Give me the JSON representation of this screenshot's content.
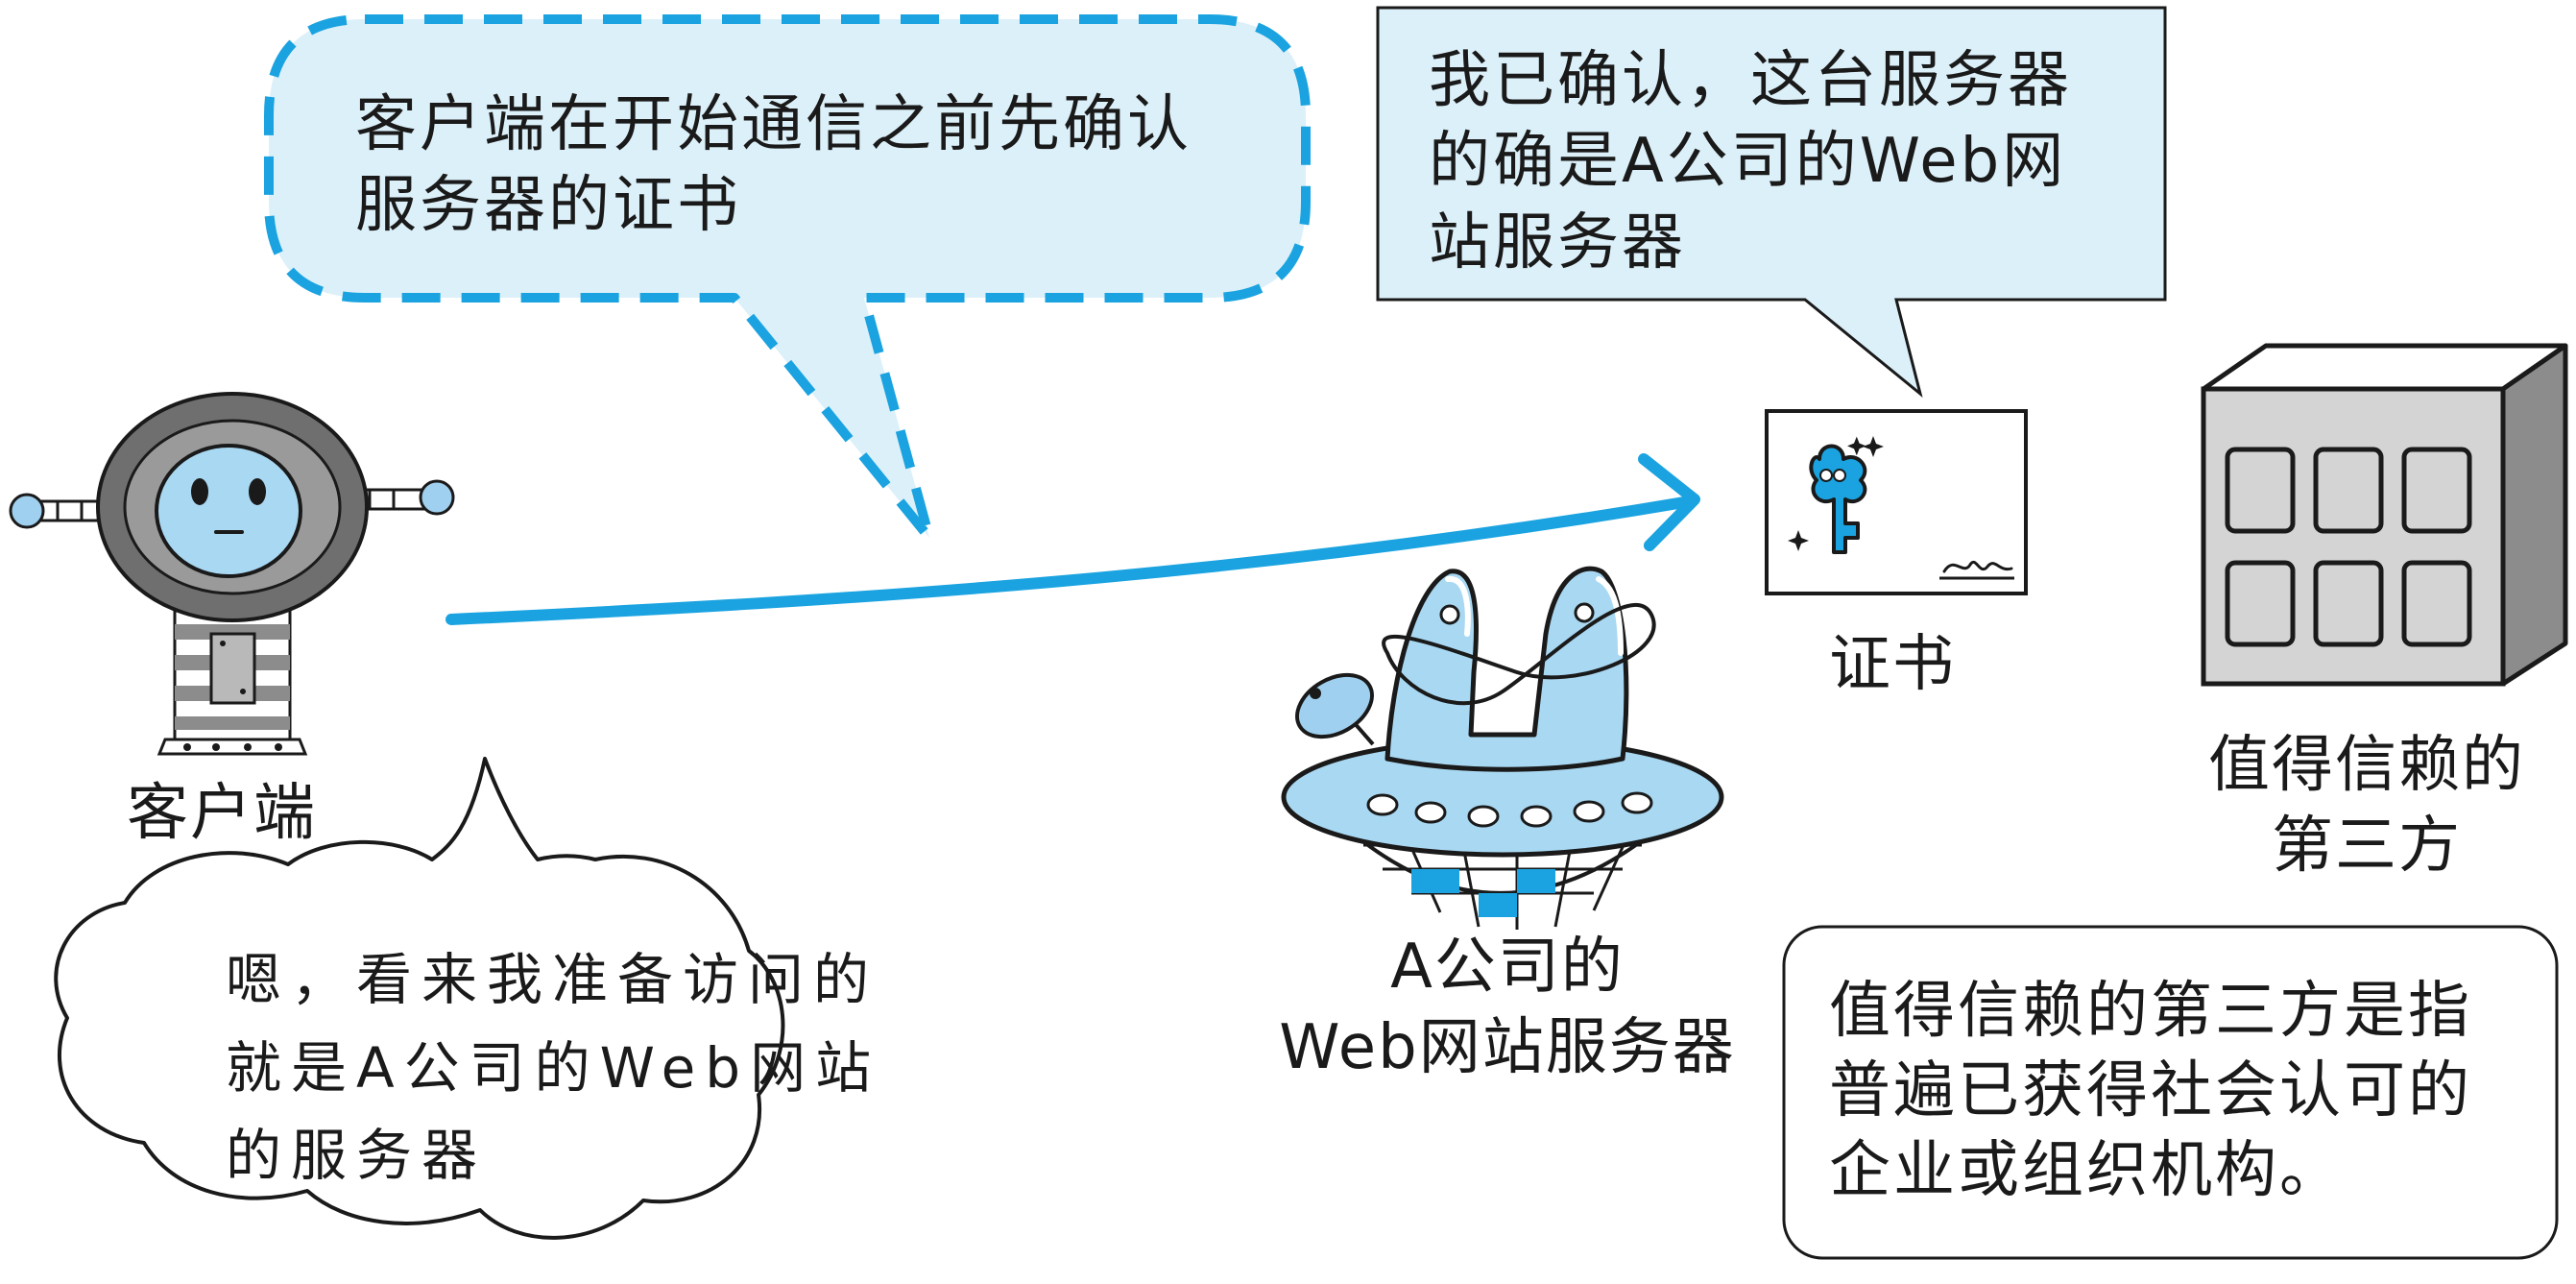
{
  "bubble_client_check": {
    "line1": "客户端在开始通信之前先确认",
    "line2": "服务器的证书"
  },
  "bubble_confirmed": {
    "line1": "我已确认，这台服务器",
    "line2": "的确是A公司的Web网",
    "line3": "站服务器"
  },
  "bubble_thought": {
    "line1": "嗯，看来我准备访问的",
    "line2": "就是A公司的Web网站",
    "line3": "的服务器"
  },
  "labels": {
    "client": "客户端",
    "certificate": "证书",
    "server_line1": "A公司的",
    "server_line2": "Web网站服务器",
    "third_party_line1": "值得信赖的",
    "third_party_line2": "第三方"
  },
  "note": {
    "line1": "值得信赖的第三方是指",
    "line2": "普遍已获得社会认可的",
    "line3": "企业或组织机构。"
  },
  "colors": {
    "bubble_fill": "#dcf0f9",
    "accent_blue": "#1aa3e0",
    "ink": "#1a1a1a",
    "gray": "#8c8c8c",
    "dark_gray": "#555555"
  }
}
